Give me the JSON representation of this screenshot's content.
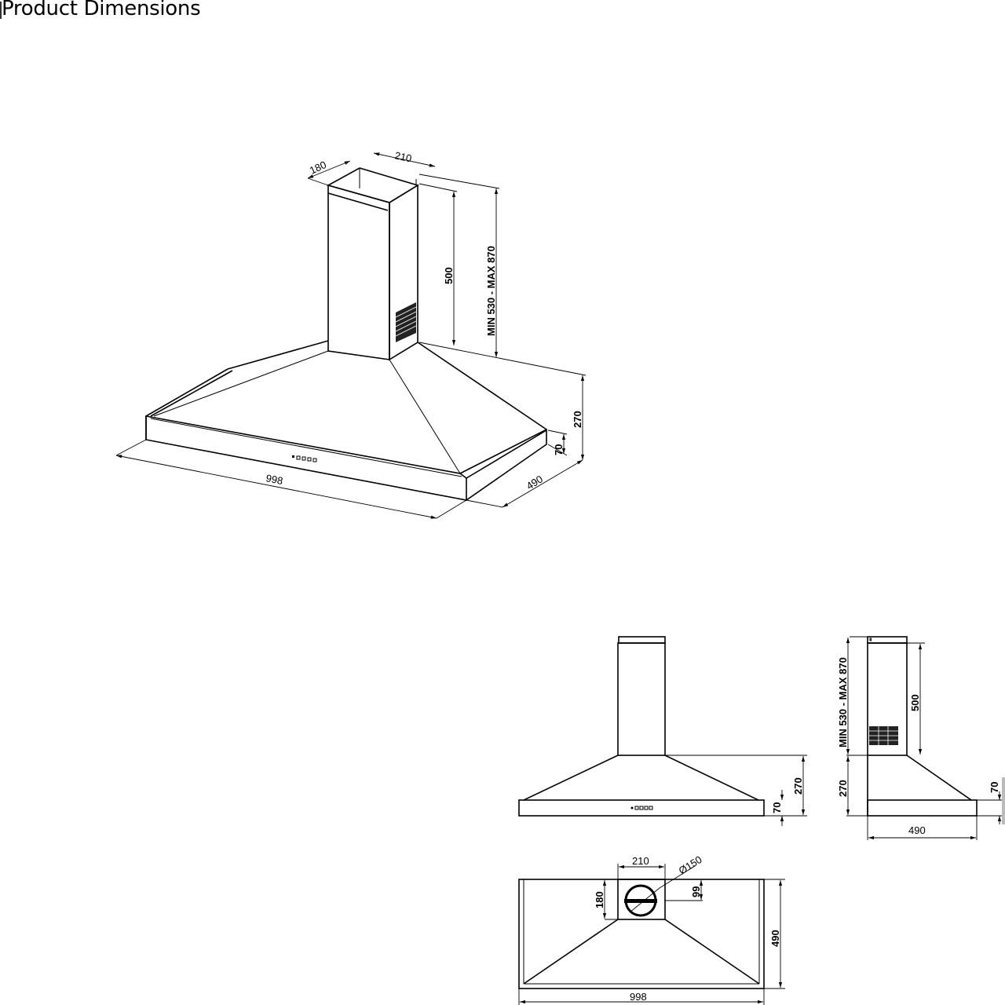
{
  "title": "Product Dimensions",
  "isometric_view": {
    "chimney_depth": "180",
    "chimney_width": "210",
    "chimney_height": "500",
    "chimney_range": "MIN 530 - MAX 870",
    "canopy_height": "270",
    "base_height": "70",
    "depth": "490",
    "width": "998"
  },
  "front_view": {
    "canopy_height": "270",
    "base_height": "70"
  },
  "side_view": {
    "chimney_range": "MIN 530 - MAX 870",
    "chimney_height": "500",
    "canopy_height": "270",
    "base_height": "70",
    "depth": "490"
  },
  "top_view": {
    "chimney_width": "210",
    "outlet_diameter": "Ø150",
    "outlet_offset": "99",
    "chimney_depth": "180",
    "depth": "490",
    "width": "998"
  }
}
